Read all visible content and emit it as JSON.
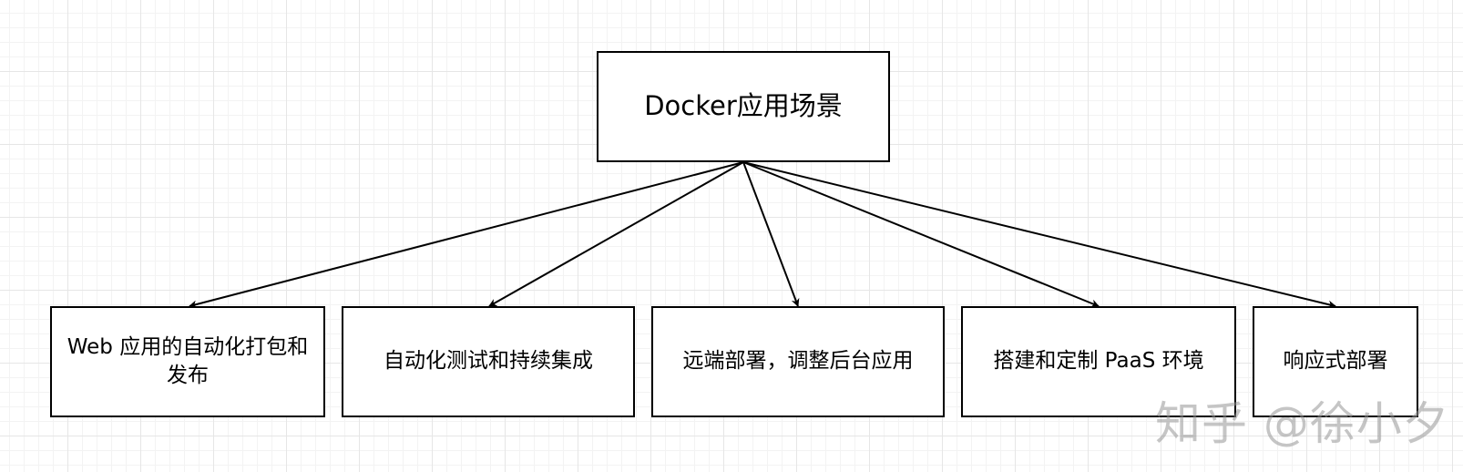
{
  "diagram": {
    "root": {
      "label": "Docker应用场景"
    },
    "children": [
      {
        "label": "Web 应用的自动化打包和发布"
      },
      {
        "label": "自动化测试和持续集成"
      },
      {
        "label": "远端部署，调整后台应用"
      },
      {
        "label": "搭建和定制 PaaS 环境"
      },
      {
        "label": "响应式部署"
      }
    ],
    "edges": [
      {
        "from": "root",
        "to": 0
      },
      {
        "from": "root",
        "to": 1
      },
      {
        "from": "root",
        "to": 2
      },
      {
        "from": "root",
        "to": 3
      },
      {
        "from": "root",
        "to": 4
      }
    ]
  },
  "watermark": {
    "text": "知乎 @徐小夕"
  },
  "colors": {
    "stroke": "#000000",
    "background": "#ffffff",
    "grid": "#e6e6e6"
  }
}
